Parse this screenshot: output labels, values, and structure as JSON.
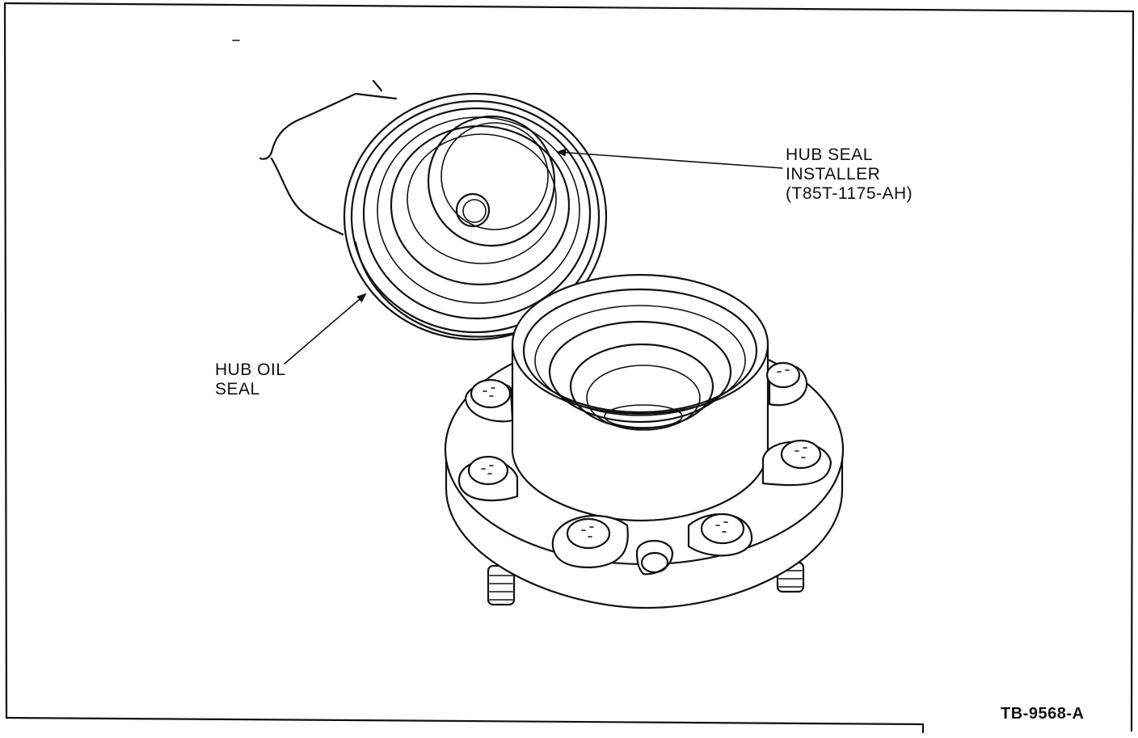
{
  "labels": {
    "installer": [
      "HUB SEAL",
      "INSTALLER",
      "(T85T-1175-AH)"
    ],
    "oil_seal": [
      "HUB OIL",
      "SEAL"
    ]
  },
  "figure_id": "TB-9568-A"
}
